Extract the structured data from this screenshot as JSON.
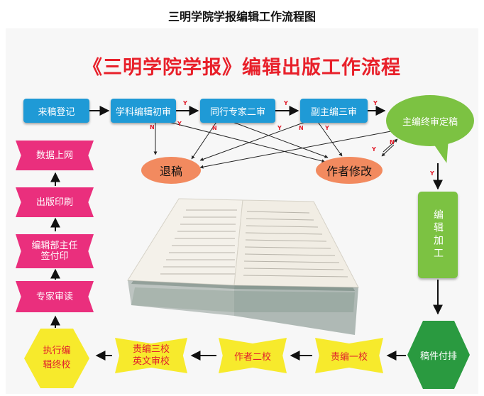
{
  "page_title": "三明学院学报编辑工作流程图",
  "banner": "《三明学院学报》编辑出版工作流程",
  "nodes": {
    "submission": "来稿登记",
    "subject_first_review": "学科编辑初审",
    "peer_review": "同行专家二审",
    "deputy_third_review": "副主编三审",
    "chief_final": "主编终审定稿",
    "rejection": "退稿",
    "author_revision": "作者修改",
    "editing": "编辑加工",
    "typesetting": "稿件付排",
    "first_proof": "责编一校",
    "author_second_proof": "作者二校",
    "third_proof_line1": "责编三校",
    "third_proof_line2": "英文审校",
    "final_proof_line1": "执行编",
    "final_proof_line2": "辑终校",
    "expert_reading": "专家审读",
    "approval_line1": "编辑部主任",
    "approval_line2": "签付印",
    "printing": "出版印刷",
    "online": "数据上网"
  },
  "flow_labels": {
    "yes": "Y",
    "no": "N"
  },
  "colors": {
    "blue": "#1f9ad6",
    "green": "#7cc242",
    "orange": "#f28a5f",
    "yellow": "#f7ea2c",
    "magenta": "#ea2f7d",
    "banner_red": "#e8202a"
  }
}
